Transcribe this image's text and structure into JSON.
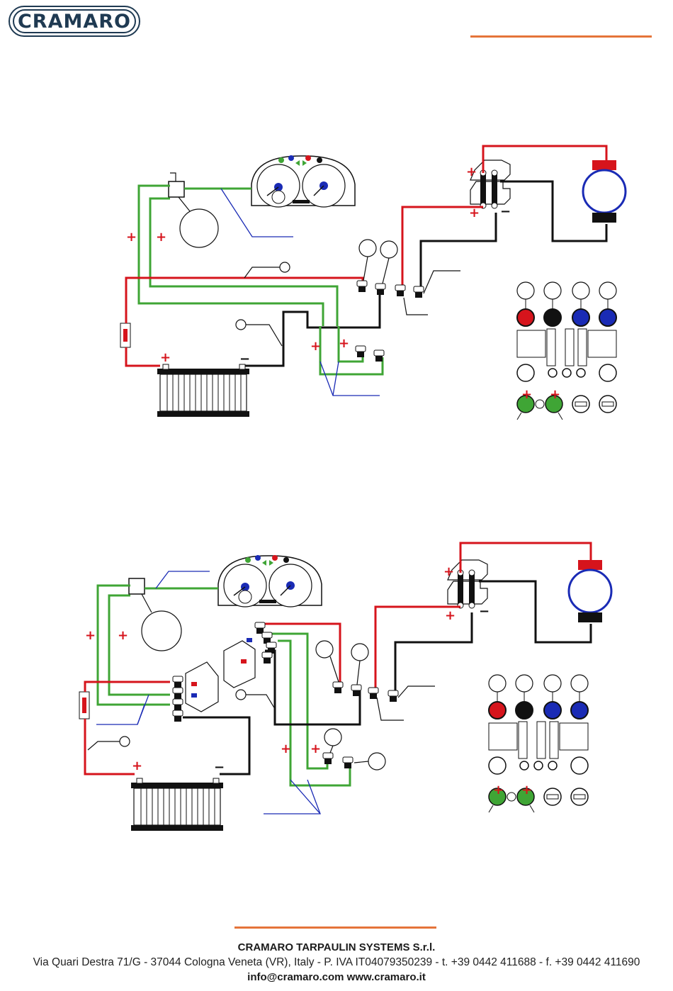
{
  "header": {
    "logo_text": "CRAMARO",
    "accent_color": "#e5743a",
    "brand_color": "#1f3a52"
  },
  "diagrams": [
    {
      "id": "diagram-1",
      "description_visible": false,
      "polarity_marks": [
        "+",
        "+",
        "+",
        "−",
        "+",
        "+",
        "+",
        "+",
        "−",
        "+",
        "+"
      ]
    },
    {
      "id": "diagram-2",
      "description_visible": false,
      "polarity_marks": [
        "+",
        "+",
        "+",
        "−",
        "+",
        "+",
        "+",
        "+",
        "−",
        "+",
        "+"
      ]
    }
  ],
  "wire_colors": {
    "positive": "#d6141c",
    "negative": "#111111",
    "signal": "#3fa535",
    "leader": "#1a2bb5"
  },
  "footer": {
    "company": "CRAMARO TARPAULIN SYSTEMS S.r.l.",
    "address": "Via Quari Destra 71/G - 37044 Cologna Veneta (VR), Italy - P. IVA IT04079350239 - t. +39 0442 411688 - f. +39 0442 411690",
    "contact": "info@cramaro.com www.cramaro.it"
  }
}
